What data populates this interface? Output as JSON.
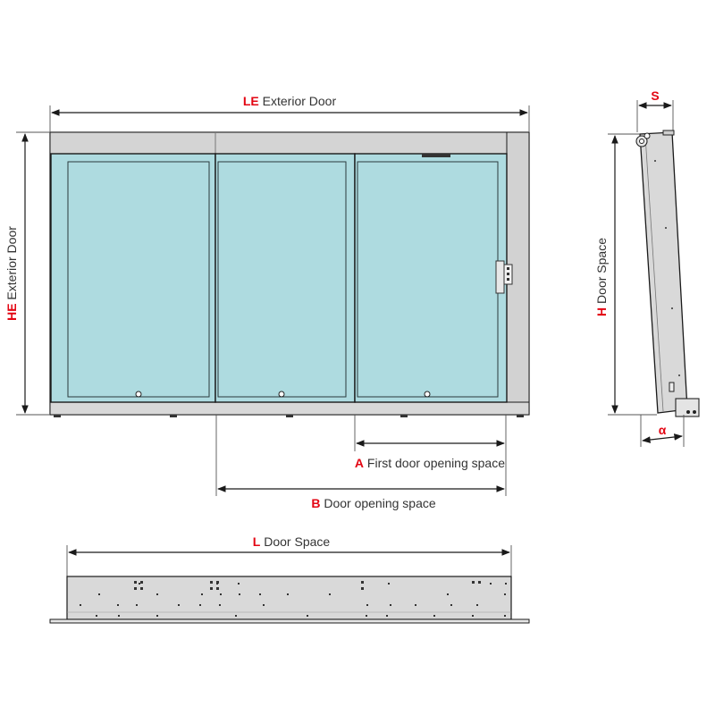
{
  "colors": {
    "accent": "#e30613",
    "glass": "#aedbe0",
    "frame": "#cfcfcf",
    "line": "#1a1a1a"
  },
  "labels": {
    "le": {
      "key": "LE",
      "text": " Exterior Door"
    },
    "he": {
      "key": "HE",
      "text": " Exterior Door"
    },
    "a": {
      "key": "A",
      "text": " First door opening space"
    },
    "b": {
      "key": "B",
      "text": " Door opening space"
    },
    "l": {
      "key": "L",
      "text": " Door Space"
    },
    "h": {
      "key": "H",
      "text": " Door Space"
    },
    "s": {
      "key": "S"
    },
    "alpha": {
      "key": "α"
    }
  }
}
